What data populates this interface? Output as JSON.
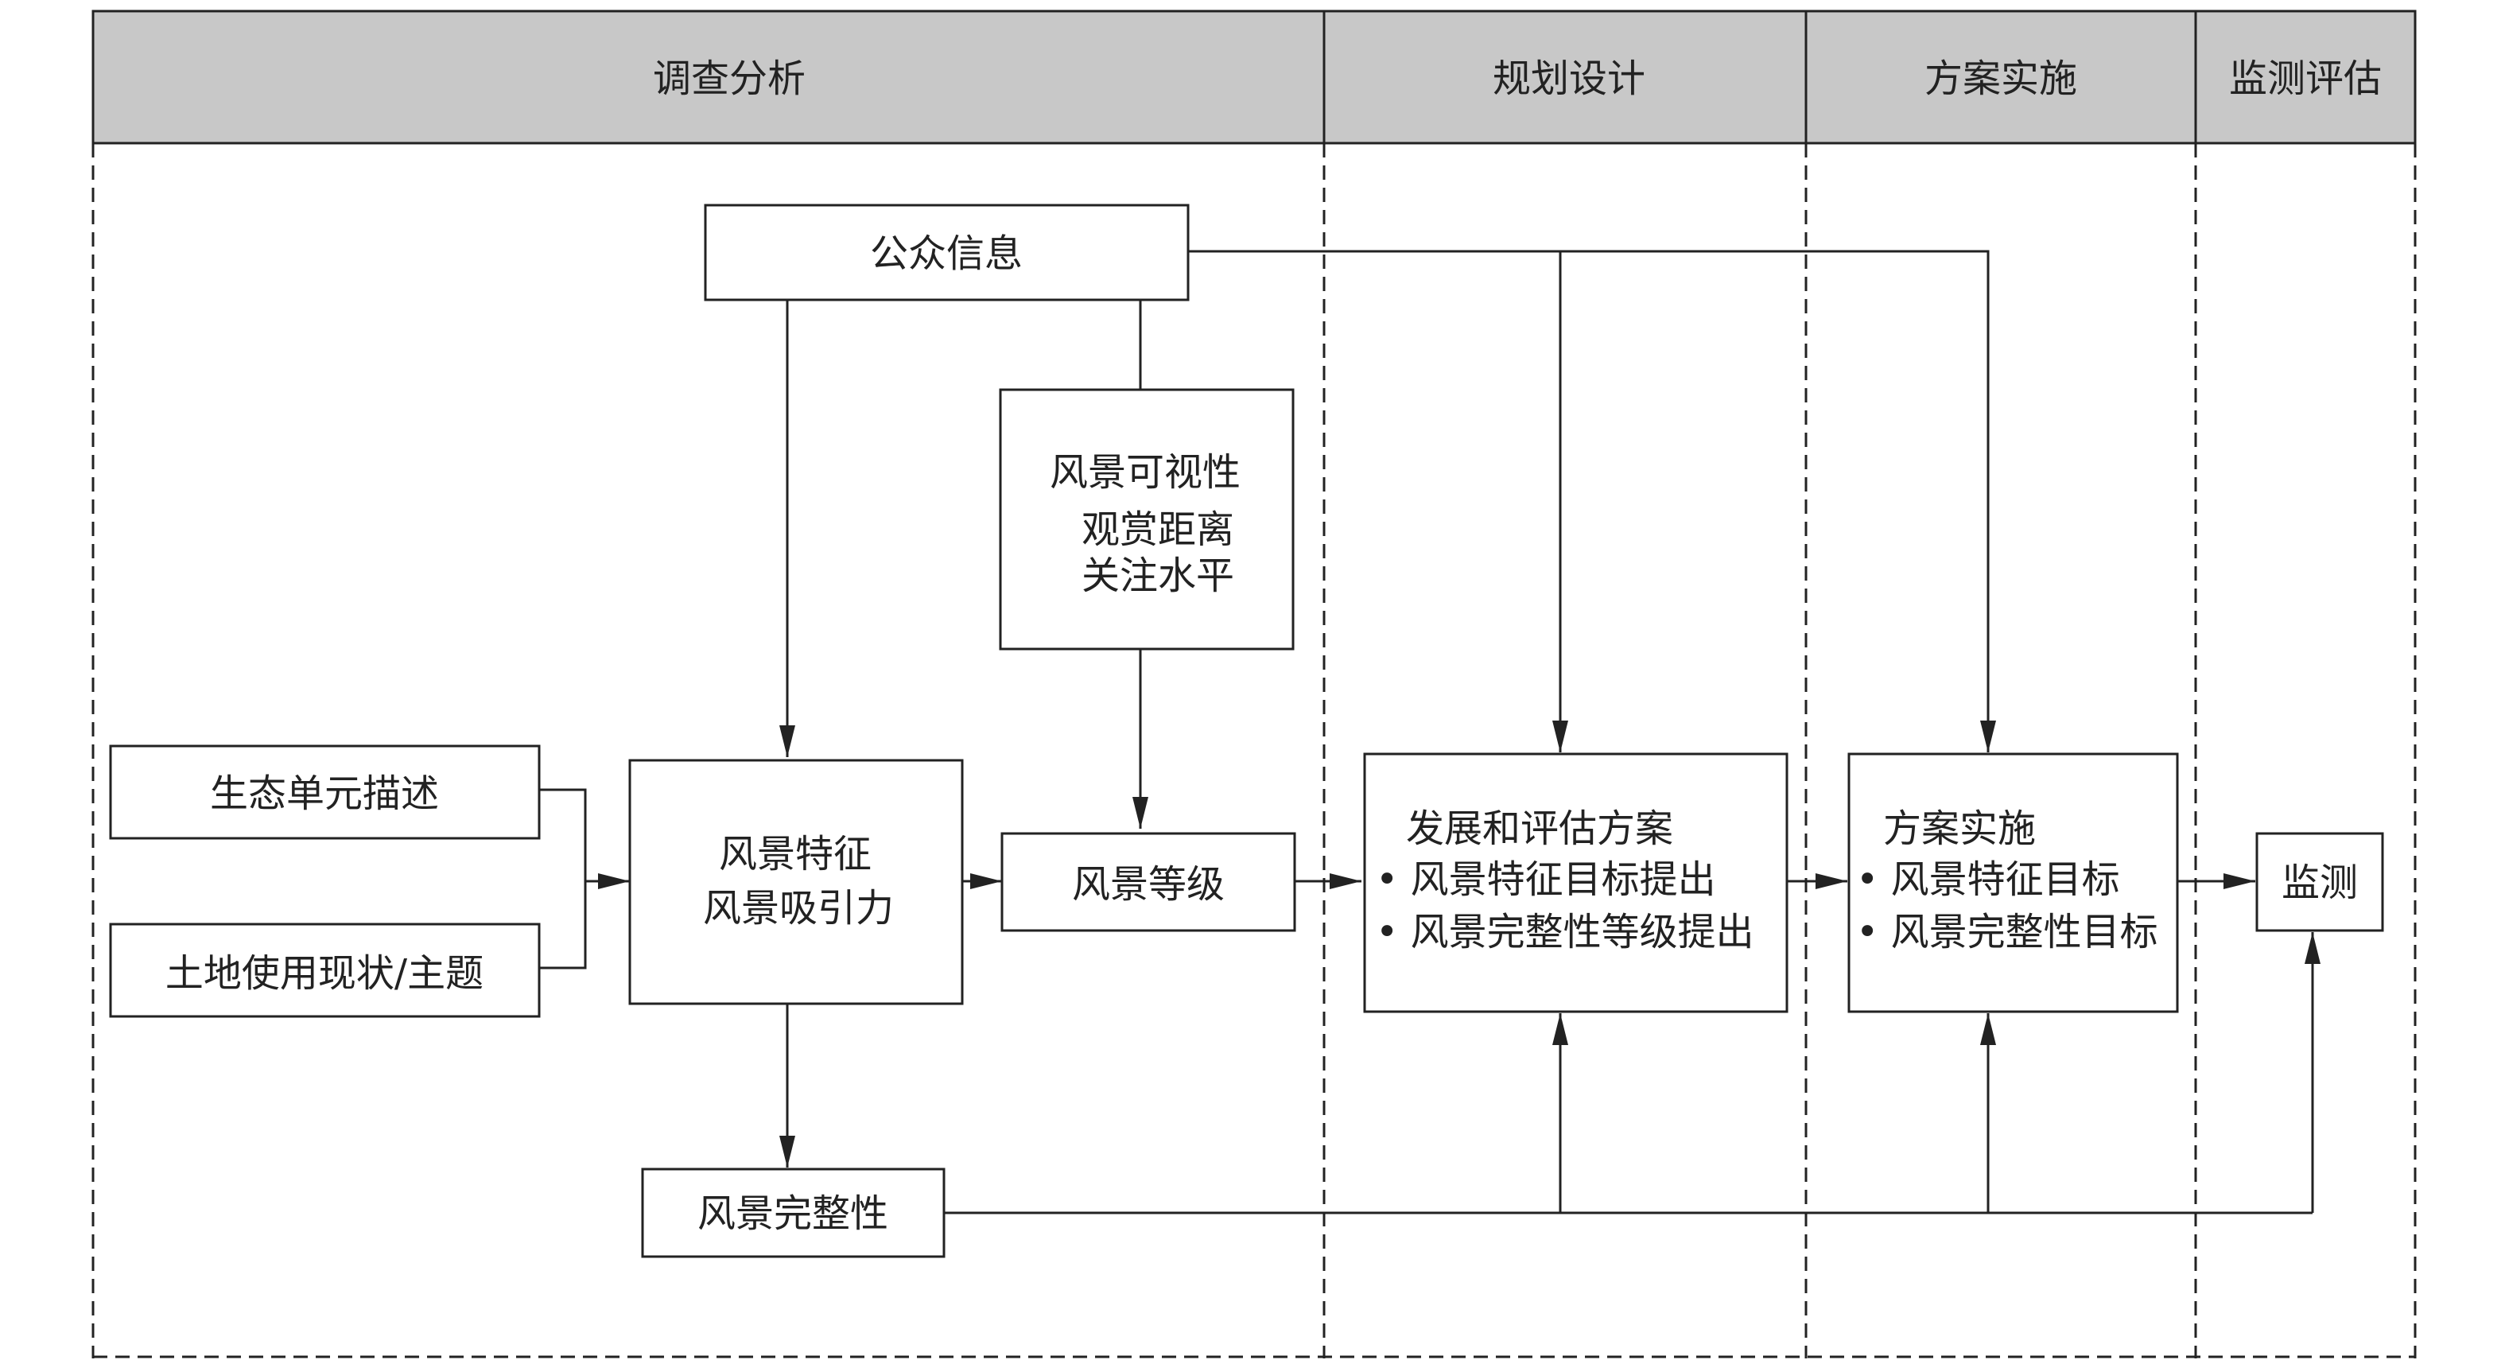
{
  "phases": [
    {
      "id": "survey",
      "label": "调查分析"
    },
    {
      "id": "planning",
      "label": "规划设计"
    },
    {
      "id": "implementation",
      "label": "方案实施"
    },
    {
      "id": "monitoring",
      "label": "监测评估"
    }
  ],
  "nodes": {
    "public_info": {
      "lines": [
        "公众信息"
      ]
    },
    "visibility": {
      "lines": [
        "风景可视性",
        "观赏距离",
        "关注水平"
      ]
    },
    "eco_unit": {
      "lines": [
        "生态单元描述"
      ]
    },
    "land_use": {
      "lines": [
        "土地使用现状/主题"
      ]
    },
    "character": {
      "lines": [
        "风景特征",
        "风景吸引力"
      ]
    },
    "grade": {
      "lines": [
        "风景等级"
      ]
    },
    "integrity": {
      "lines": [
        "风景完整性"
      ]
    },
    "dev_plan": {
      "lines": [
        "发展和评估方案",
        "• 风景特征目标提出",
        "• 风景完整性等级提出"
      ]
    },
    "implement": {
      "lines": [
        "方案实施",
        "• 风景特征目标",
        "• 风景完整性目标"
      ]
    },
    "monitor": {
      "lines": [
        "监测"
      ]
    }
  }
}
